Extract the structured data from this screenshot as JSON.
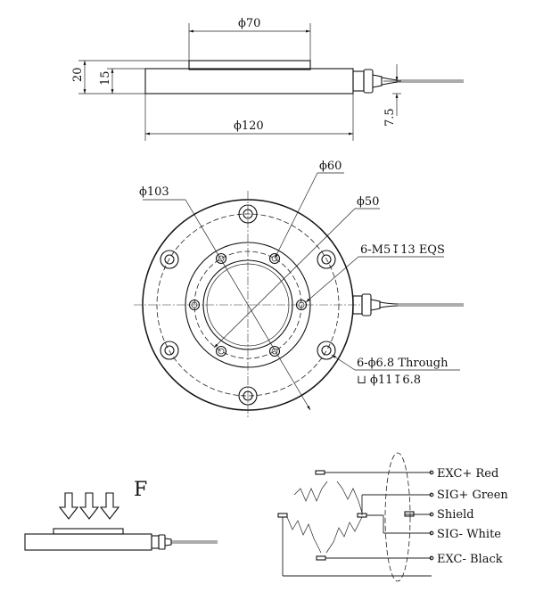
{
  "side_view": {
    "dim_top_diameter": "ϕ70",
    "dim_bottom_diameter": "ϕ120",
    "dim_height_total": "20",
    "dim_height_body": "15",
    "dim_cable_height": "7.5"
  },
  "top_view": {
    "dim_103": "ϕ103",
    "dim_60": "ϕ60",
    "dim_50": "ϕ50",
    "thread_note": "6-M5↧13 EQS",
    "hole_note": "6-ϕ6.8 Through",
    "counterbore_note": "⊔ ϕ11↧6.8"
  },
  "load_view": {
    "force_label": "F"
  },
  "wiring": {
    "wires": [
      {
        "label": "EXC+ Red"
      },
      {
        "label": "SIG+ Green"
      },
      {
        "label": "Shield"
      },
      {
        "label": "SIG- White"
      },
      {
        "label": "EXC- Black"
      }
    ]
  }
}
